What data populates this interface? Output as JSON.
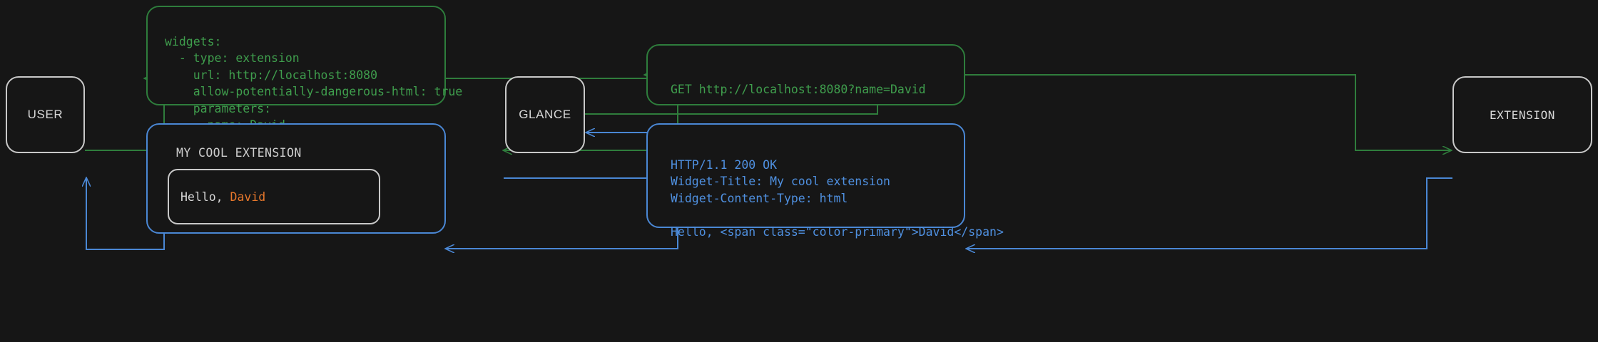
{
  "diagram": {
    "type": "sequence-flow",
    "background": "#161616",
    "colors": {
      "request_green": "#3f9e4d",
      "response_blue": "#4f90e0",
      "node_border": "#c9c9c9",
      "accent_orange": "#e8782c"
    },
    "nodes": [
      {
        "id": "user",
        "label": "USER"
      },
      {
        "id": "glance",
        "label": "GLANCE"
      },
      {
        "id": "extension",
        "label": "EXTENSION"
      }
    ],
    "panels": {
      "yaml_config": {
        "color": "green",
        "text": "widgets:\n  - type: extension\n    url: http://localhost:8080\n    allow-potentially-dangerous-html: true\n    parameters:\n      name: David"
      },
      "http_request": {
        "color": "green",
        "text": "GET http://localhost:8080?name=David"
      },
      "http_response": {
        "color": "blue",
        "text": "HTTP/1.1 200 OK\nWidget-Title: My cool extension\nWidget-Content-Type: html\n\nHello, <span class=\"color-primary\">David</span>"
      },
      "rendered_widget": {
        "color": "blue",
        "title": "MY COOL EXTENSION",
        "body_prefix": "Hello, ",
        "body_name": "David"
      }
    },
    "edges": [
      {
        "from": "user",
        "to": "yaml_config",
        "direction": "right",
        "color": "green"
      },
      {
        "from": "yaml_config",
        "to": "glance",
        "direction": "right",
        "color": "green"
      },
      {
        "from": "glance",
        "to": "http_request",
        "direction": "right",
        "color": "green"
      },
      {
        "from": "http_request",
        "to": "extension",
        "direction": "right",
        "color": "green"
      },
      {
        "from": "extension",
        "to": "http_response",
        "direction": "left",
        "color": "blue"
      },
      {
        "from": "http_response",
        "to": "glance",
        "direction": "left",
        "color": "blue"
      },
      {
        "from": "glance",
        "to": "rendered_widget",
        "direction": "left",
        "color": "blue"
      },
      {
        "from": "rendered_widget",
        "to": "user",
        "direction": "left",
        "color": "blue"
      }
    ]
  }
}
